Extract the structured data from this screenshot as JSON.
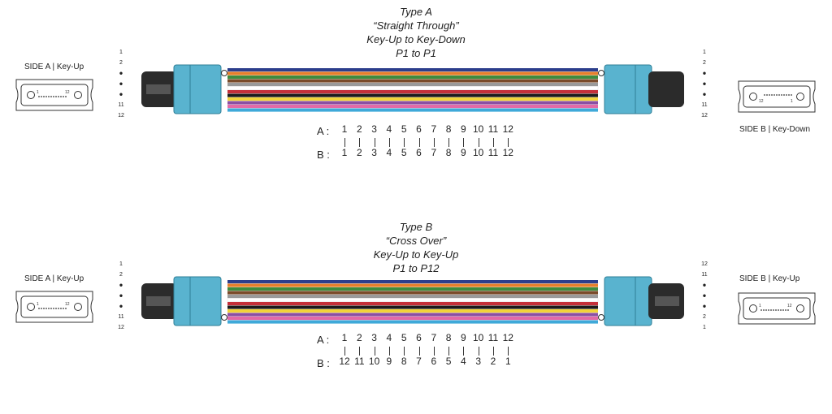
{
  "colors": {
    "connector": "#59b3cf",
    "connector_dark": "#2f7f97",
    "boot": "#2b2b2b",
    "fibers": [
      "#2c3e8c",
      "#e67f2b",
      "#3e8b3e",
      "#7a4b2a",
      "#9a9a9a",
      "#ffffff",
      "#c5303a",
      "#1b1b1b",
      "#f2d43a",
      "#8a4fa3",
      "#e26aa7",
      "#3fa9d9"
    ]
  },
  "pin_dot": "•",
  "map_separator": "|",
  "diagrams": [
    {
      "title_lines": [
        "Type A",
        "“Straight Through”",
        "Key-Up to Key-Down",
        "P1 to P1"
      ],
      "side_a_label": "SIDE A  |  Key-Up",
      "side_b_label": "SIDE B  |  Key-Down",
      "pins_left": [
        "1",
        "2",
        "•",
        "•",
        "•",
        "11",
        "12"
      ],
      "pins_right": [
        "1",
        "2",
        "•",
        "•",
        "•",
        "11",
        "12"
      ],
      "face_a_pins": {
        "first": "1",
        "last": "12"
      },
      "face_b_pins": {
        "first": "12",
        "last": "1"
      },
      "map_a_label": "A :",
      "map_b_label": "B :",
      "row_a": [
        "1",
        "2",
        "3",
        "4",
        "5",
        "6",
        "7",
        "8",
        "9",
        "10",
        "11",
        "12"
      ],
      "row_b": [
        "1",
        "2",
        "3",
        "4",
        "5",
        "6",
        "7",
        "8",
        "9",
        "10",
        "11",
        "12"
      ]
    },
    {
      "title_lines": [
        "Type B",
        "“Cross Over”",
        "Key-Up to Key-Up",
        "P1 to P12"
      ],
      "side_a_label": "SIDE A  |  Key-Up",
      "side_b_label": "SIDE B  |  Key-Up",
      "pins_left": [
        "1",
        "2",
        "•",
        "•",
        "•",
        "11",
        "12"
      ],
      "pins_right": [
        "12",
        "11",
        "•",
        "•",
        "•",
        "2",
        "1"
      ],
      "face_a_pins": {
        "first": "1",
        "last": "12"
      },
      "face_b_pins": {
        "first": "1",
        "last": "12"
      },
      "map_a_label": "A :",
      "map_b_label": "B :",
      "row_a": [
        "1",
        "2",
        "3",
        "4",
        "5",
        "6",
        "7",
        "8",
        "9",
        "10",
        "11",
        "12"
      ],
      "row_b": [
        "12",
        "11",
        "10",
        "9",
        "8",
        "7",
        "6",
        "5",
        "4",
        "3",
        "2",
        "1"
      ]
    }
  ]
}
